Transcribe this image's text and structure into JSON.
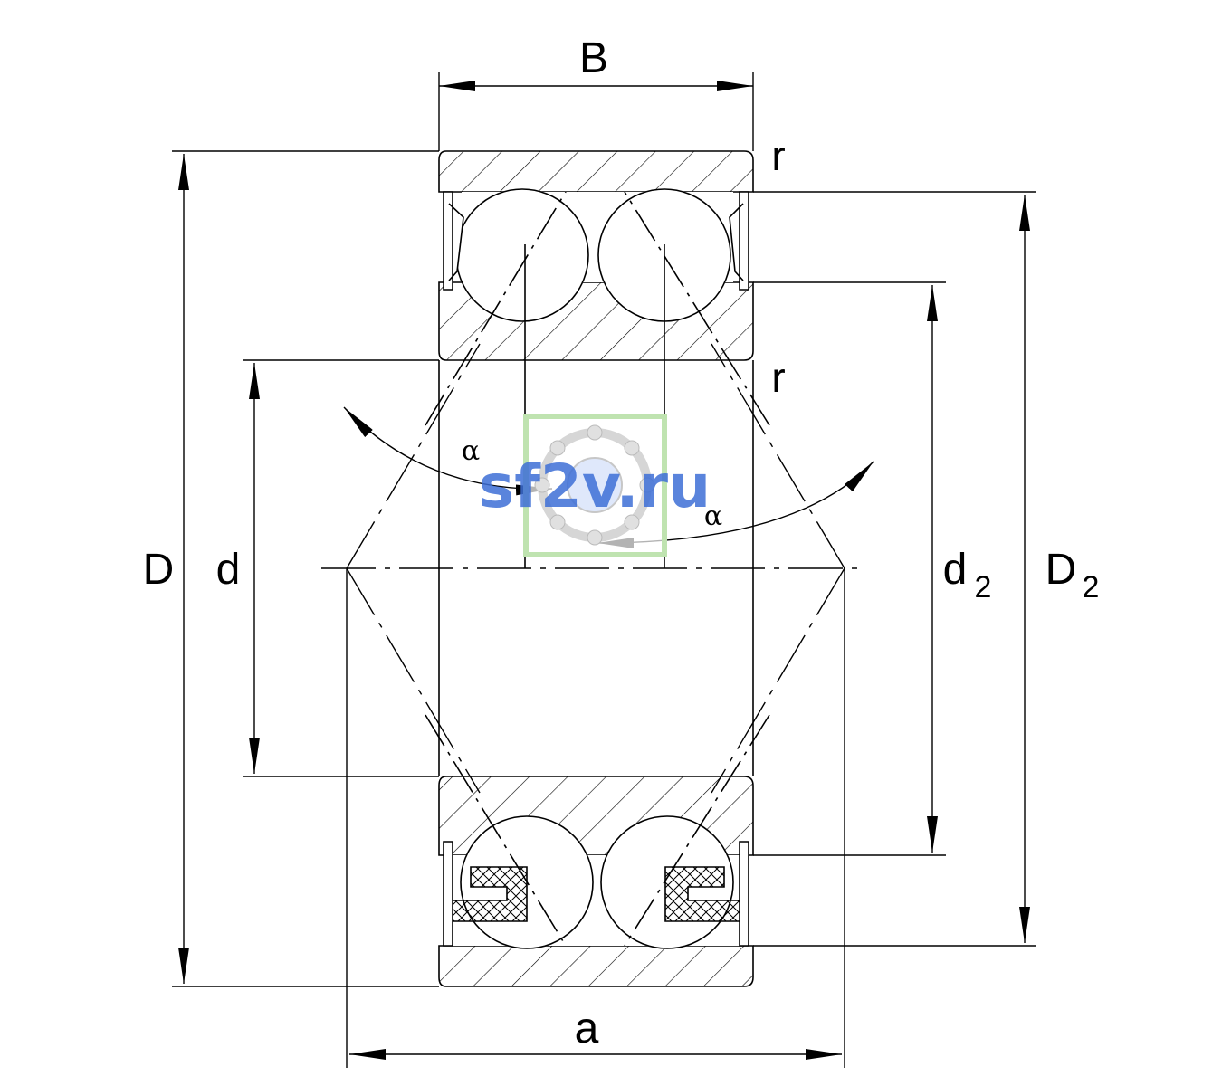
{
  "labels": {
    "width": "B",
    "outer_diameter": "D",
    "bore_diameter": "d",
    "inner_ring_shoulder": "d",
    "inner_ring_shoulder_sub": "2",
    "outer_ring_shoulder": "D",
    "outer_ring_shoulder_sub": "2",
    "radius_top": "r",
    "radius_mid": "r",
    "pressure_center_distance": "a",
    "contact_angle_left": "α",
    "contact_angle_right": "α"
  },
  "watermark": {
    "text": "sf2v.ru",
    "text_color": "#3d6fd6",
    "frame_color": "#bfe3b0"
  },
  "colors": {
    "line": "#000000",
    "background": "#ffffff"
  }
}
